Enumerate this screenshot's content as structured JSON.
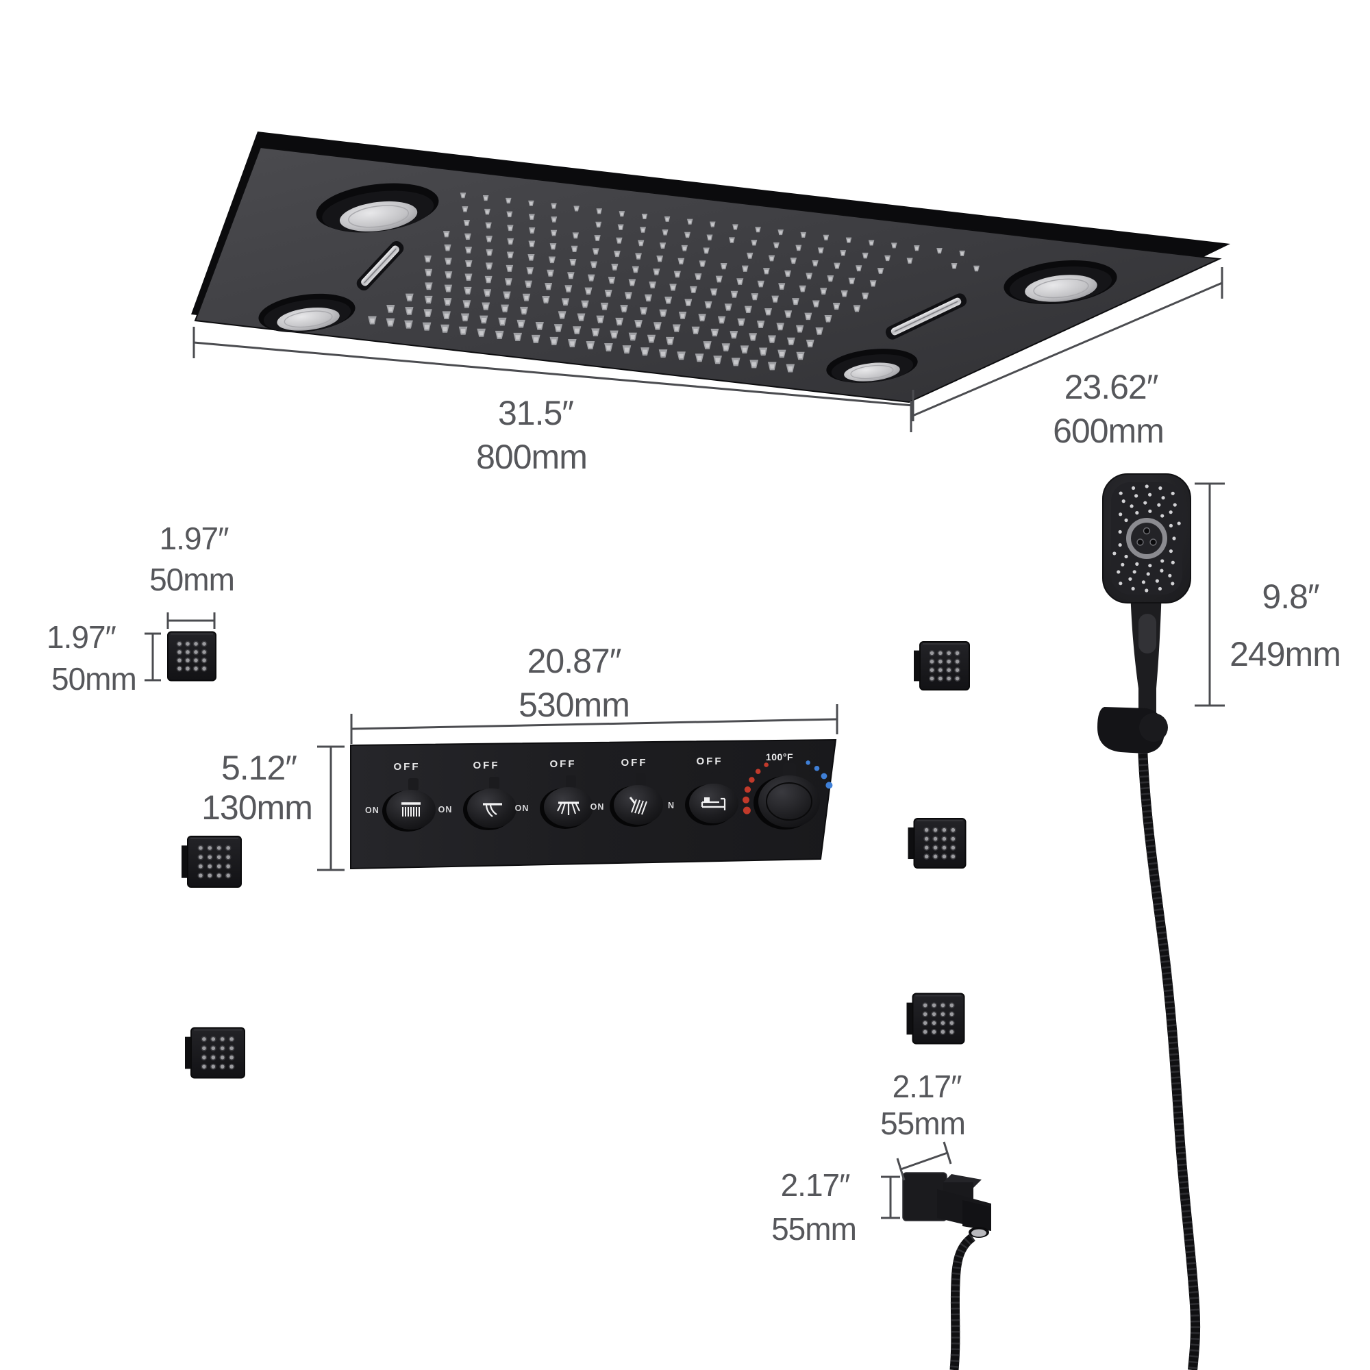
{
  "ceiling_panel": {
    "width_in": "31.5″",
    "width_mm": "800mm",
    "depth_in": "23.62″",
    "depth_mm": "600mm"
  },
  "body_jet": {
    "width_in": "1.97″",
    "width_mm": "50mm",
    "height_in": "1.97″",
    "height_mm": "50mm"
  },
  "valve_panel": {
    "width_in": "20.87″",
    "width_mm": "530mm",
    "height_in": "5.12″",
    "height_mm": "130mm",
    "on_left": "ON",
    "temp_label": "100°F",
    "knobs": [
      {
        "off": "OFF",
        "on_right": "ON",
        "icon": "rain-shower-icon"
      },
      {
        "off": "OFF",
        "on_right": "ON",
        "icon": "waterfall-icon"
      },
      {
        "off": "OFF",
        "on_right": "ON",
        "icon": "curtain-spray-icon"
      },
      {
        "off": "OFF",
        "on_right": "N",
        "icon": "hand-shower-icon"
      },
      {
        "off": "OFF",
        "icon": "tub-spout-icon"
      }
    ]
  },
  "hand_shower": {
    "height_in": "9.8″",
    "height_mm": "249mm"
  },
  "tub_spout": {
    "width_in": "2.17″",
    "width_mm": "55mm",
    "height_in": "2.17″",
    "height_mm": "55mm"
  },
  "colors": {
    "dim_text": "#56575b",
    "dim_line": "#4b4c50",
    "product_black": "#17171a",
    "chrome": "#c9c9cc",
    "hot_dots": "#c23a2b",
    "cold_dots": "#3f7fd6"
  }
}
